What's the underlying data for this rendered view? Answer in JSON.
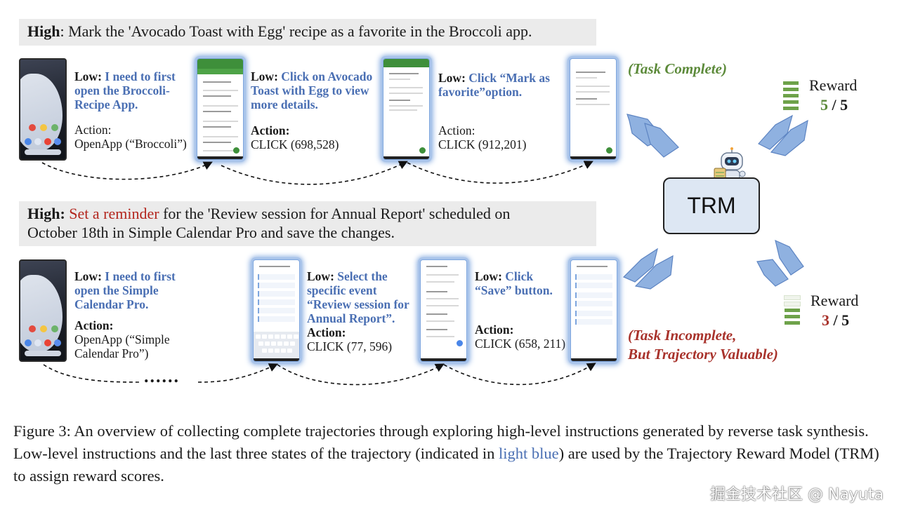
{
  "row1": {
    "high_label": "High",
    "high_text": ": Mark the 'Avocado Toast with Egg' recipe as a favorite in the Broccoli app.",
    "steps": [
      {
        "low_label": "Low",
        "instruction": "I need to first open the Broccoli-Recipe App.",
        "action_label": "Action",
        "action": "OpenApp (“Broccoli”)"
      },
      {
        "low_label": "Low",
        "instruction": "Click on Avocado Toast with Egg to view more details.",
        "action_label": "Action",
        "action": "CLICK (698,528)"
      },
      {
        "low_label": "Low",
        "instruction": "Click “Mark as favorite”option.",
        "action_label": "Action",
        "action": "CLICK (912,201)"
      }
    ],
    "status": "(Task Complete)",
    "reward_label": "Reward",
    "reward_value": "5",
    "reward_max": "5",
    "reward_bars_filled": 5,
    "reward_bars_total": 5
  },
  "row2": {
    "high_label": "High",
    "high_highlight": "Set a reminder",
    "high_text_line1": " for the 'Review session for Annual Report' scheduled on",
    "high_text_line2": "October 18th in Simple Calendar Pro and save the changes.",
    "steps": [
      {
        "low_label": "Low",
        "instruction": "I need to first open the Simple Calendar Pro.",
        "action_label": "Action",
        "action": "OpenApp (“Simple Calendar Pro”)"
      },
      {
        "low_label": "Low",
        "instruction": "Select the specific event “Review session for Annual Report”.",
        "action_label": "Action",
        "action": "CLICK (77, 596)"
      },
      {
        "low_label": "Low",
        "instruction": "Click “Save” button.",
        "action_label": "Action",
        "action": "CLICK (658, 211)"
      }
    ],
    "ellipsis": "......",
    "status_line1": "(Task Incomplete,",
    "status_line2": "But Trajectory Valuable)",
    "reward_label": "Reward",
    "reward_value": "3",
    "reward_max": "5",
    "reward_bars_filled": 3,
    "reward_bars_total": 5
  },
  "trm_label": "TRM",
  "caption": {
    "part1": "Figure 3: An overview of collecting complete trajectories through exploring high-level instructions generated by reverse task synthesis. Low-level instructions and the last three states of the trajectory (indicated in ",
    "highlight": "light blue",
    "part2": ") are used by the Trajectory Reward Model (TRM) to assign reward scores."
  },
  "watermark": "掘金技术社区 @ Nayuta",
  "colors": {
    "instruction_blue": "#4a6fb3",
    "complete_green": "#5c8a3a",
    "incomplete_red": "#a8322b",
    "glow_blue": "#7ea6de",
    "trm_fill": "#dde7f3",
    "chevron_blue": "#8fb1e0"
  }
}
